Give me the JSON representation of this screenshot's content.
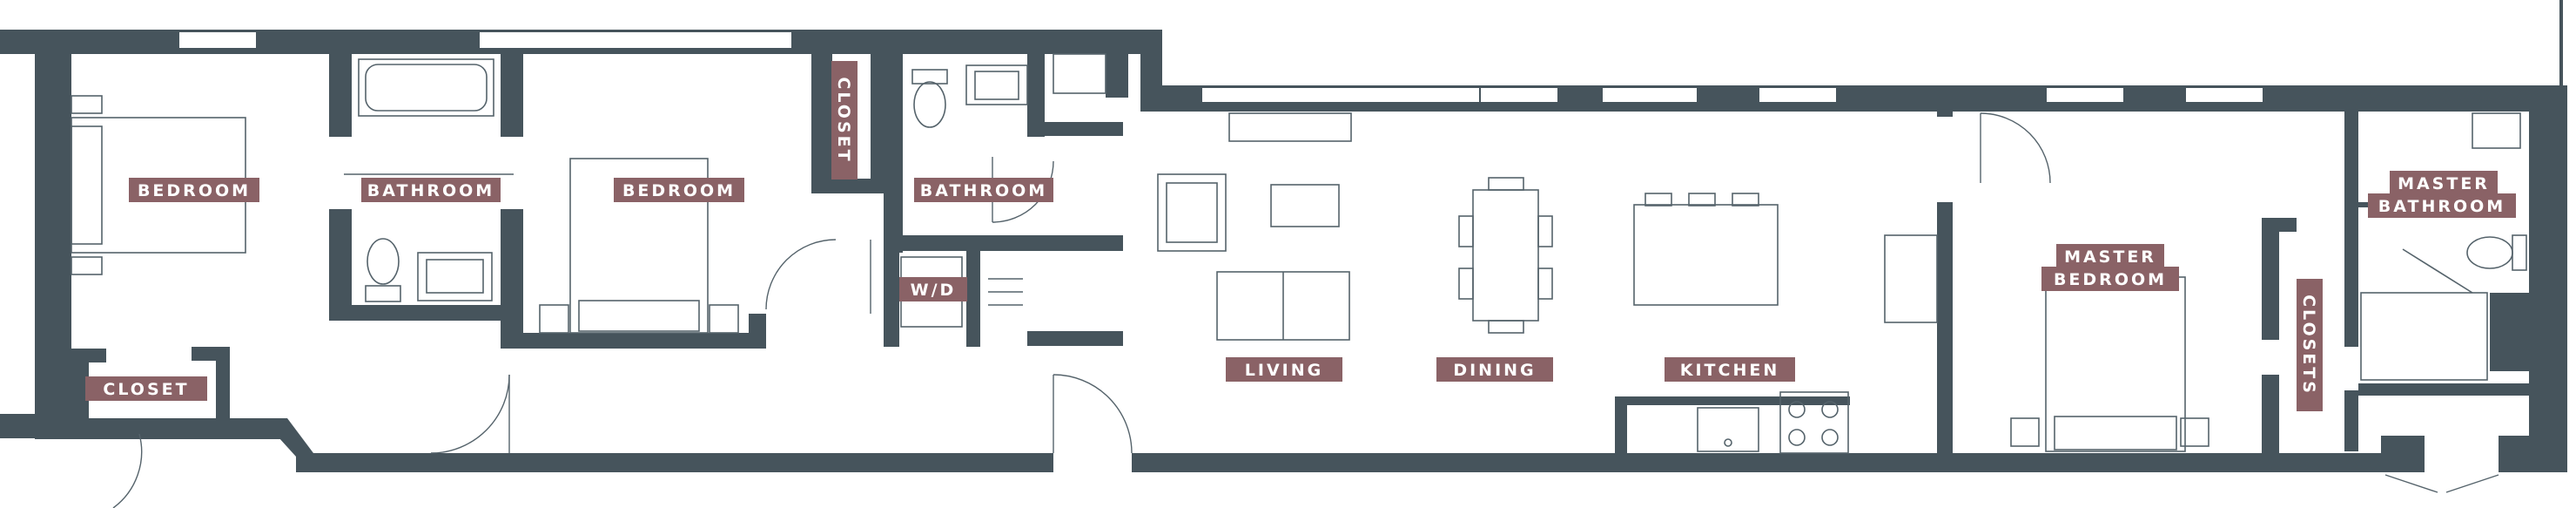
{
  "floor_plan": {
    "rooms": {
      "bedroom_left": "BEDROOM",
      "bathroom_left": "BATHROOM",
      "bedroom_center": "BEDROOM",
      "closet_vertical": "CLOSET",
      "bathroom_center": "BATHROOM",
      "wd": "W/D",
      "closet_left": "CLOSET",
      "living": "LIVING",
      "dining": "DINING",
      "kitchen": "KITCHEN",
      "master_bedroom_line1": "MASTER",
      "master_bedroom_line2": "BEDROOM",
      "master_bathroom_line1": "MASTER",
      "master_bathroom_line2": "BATHROOM",
      "closets_vertical": "CLOSETS"
    },
    "colors": {
      "wall": "#46545c",
      "label_background": "#8a6266",
      "label_text": "#ffffff",
      "fixture_line": "#55636b"
    }
  }
}
